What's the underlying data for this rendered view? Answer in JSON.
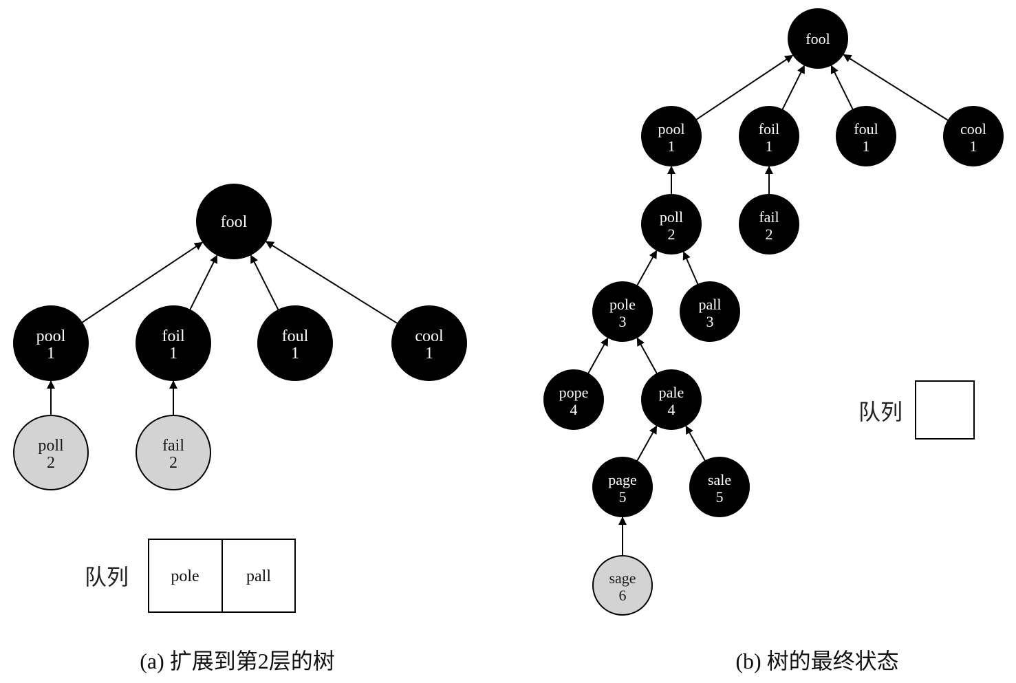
{
  "colors": {
    "visited": "#000000",
    "frontier": "#d3d3d3",
    "visited_text": "#ffffff",
    "frontier_text": "#1a1a1a",
    "edge": "#000000"
  },
  "diagrams": [
    {
      "id": "a",
      "caption": "(a) 扩展到第2层的树",
      "queue": {
        "label": "队列",
        "items": [
          "pole",
          "pall"
        ]
      },
      "nodes": [
        {
          "id": "a-fool",
          "word": "fool",
          "depth": "",
          "state": "visited"
        },
        {
          "id": "a-pool",
          "word": "pool",
          "depth": "1",
          "state": "visited",
          "parent": "a-fool"
        },
        {
          "id": "a-foil",
          "word": "foil",
          "depth": "1",
          "state": "visited",
          "parent": "a-fool"
        },
        {
          "id": "a-foul",
          "word": "foul",
          "depth": "1",
          "state": "visited",
          "parent": "a-fool"
        },
        {
          "id": "a-cool",
          "word": "cool",
          "depth": "1",
          "state": "visited",
          "parent": "a-fool"
        },
        {
          "id": "a-poll",
          "word": "poll",
          "depth": "2",
          "state": "frontier",
          "parent": "a-pool"
        },
        {
          "id": "a-fail",
          "word": "fail",
          "depth": "2",
          "state": "frontier",
          "parent": "a-foil"
        }
      ]
    },
    {
      "id": "b",
      "caption": "(b) 树的最终状态",
      "queue": {
        "label": "队列",
        "items": []
      },
      "nodes": [
        {
          "id": "b-fool",
          "word": "fool",
          "depth": "",
          "state": "visited"
        },
        {
          "id": "b-pool",
          "word": "pool",
          "depth": "1",
          "state": "visited",
          "parent": "b-fool"
        },
        {
          "id": "b-foil",
          "word": "foil",
          "depth": "1",
          "state": "visited",
          "parent": "b-fool"
        },
        {
          "id": "b-foul",
          "word": "foul",
          "depth": "1",
          "state": "visited",
          "parent": "b-fool"
        },
        {
          "id": "b-cool",
          "word": "cool",
          "depth": "1",
          "state": "visited",
          "parent": "b-fool"
        },
        {
          "id": "b-poll",
          "word": "poll",
          "depth": "2",
          "state": "visited",
          "parent": "b-pool"
        },
        {
          "id": "b-fail",
          "word": "fail",
          "depth": "2",
          "state": "visited",
          "parent": "b-foil"
        },
        {
          "id": "b-pole",
          "word": "pole",
          "depth": "3",
          "state": "visited",
          "parent": "b-poll"
        },
        {
          "id": "b-pall",
          "word": "pall",
          "depth": "3",
          "state": "visited",
          "parent": "b-poll"
        },
        {
          "id": "b-pope",
          "word": "pope",
          "depth": "4",
          "state": "visited",
          "parent": "b-pole"
        },
        {
          "id": "b-pale",
          "word": "pale",
          "depth": "4",
          "state": "visited",
          "parent": "b-pole"
        },
        {
          "id": "b-page",
          "word": "page",
          "depth": "5",
          "state": "visited",
          "parent": "b-pale"
        },
        {
          "id": "b-sale",
          "word": "sale",
          "depth": "5",
          "state": "visited",
          "parent": "b-pale"
        },
        {
          "id": "b-sage",
          "word": "sage",
          "depth": "6",
          "state": "frontier",
          "parent": "b-page"
        }
      ]
    }
  ]
}
